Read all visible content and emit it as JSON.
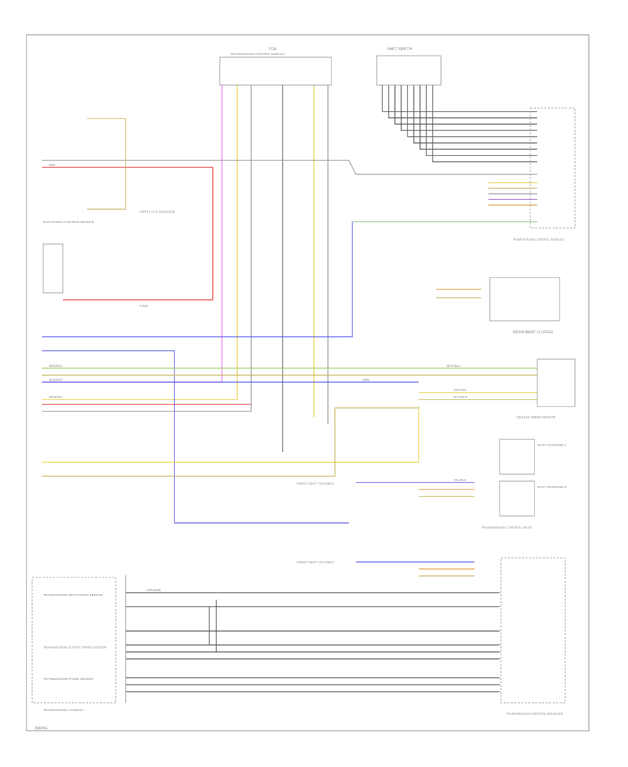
{
  "diagram": {
    "page_label": "WIRING",
    "components": {
      "tcm_top": "TCM",
      "tcm_top_sub": "TRANSMISSION CONTROL MODULE",
      "shift_switch": "SHIFT SWITCH",
      "ecm": "ELECTRONIC CONTROL MODULE",
      "shift_lock": "SHIFT LOCK SOLENOID",
      "fuse": "FUSE",
      "powertrain": "POWERTRAIN CONTROL MODULE",
      "instrument_cluster": "INSTRUMENT CLUSTER",
      "speed_sensor": "VEHICLE SPEED SENSOR",
      "shift_solenoid_a": "SHIFT SOLENOID A",
      "shift_solenoid_b": "SHIFT SOLENOID B",
      "trans_control_valve": "TRANSMISSION CONTROL VALVE",
      "trans_harness": "TRANSMISSION HARNESS",
      "trans_control": "TRANSMISSION CONTROL SOLENOID",
      "direct_shift": "DIRECT SHIFT GEARBOX",
      "input_speed": "TRANSMISSION INPUT SPEED SENSOR",
      "output_speed": "TRANSMISSION OUTPUT SPEED SENSOR",
      "range_sensor": "TRANSMISSION RANGE SENSOR"
    },
    "wire_labels": [
      "RED",
      "RED/BLU",
      "BLU/WHT",
      "GRN/YEL",
      "WHT/BLU",
      "BRN",
      "GRY/YEL",
      "BLK/WHT",
      "YEL/BLK",
      "GRN/RED"
    ],
    "colors": {
      "red": "#e83a3a",
      "pink": "#f07af0",
      "yellow": "#e8d040",
      "khaki": "#c8b860",
      "gray": "#9a9a9a",
      "dark": "#555555",
      "blue": "#5a5ae8",
      "green": "#a0d060",
      "lightgreen": "#b8e090",
      "orange": "#e0a040",
      "purple": "#9050c0"
    }
  }
}
